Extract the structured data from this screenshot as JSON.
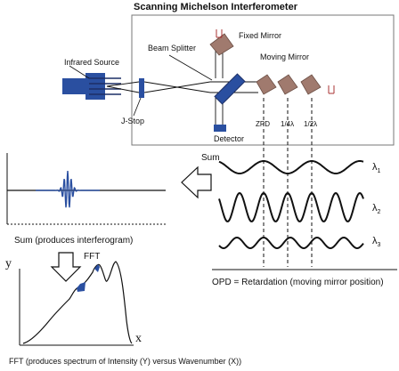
{
  "title": "Scanning Michelson Interferometer",
  "labels": {
    "fixed_mirror": "Fixed Mirror",
    "infrared_source": "Infrared Source",
    "beam_splitter": "Beam Splitter",
    "moving_mirror": "Moving Mirror",
    "j_stop": "J-Stop",
    "detector": "Detector",
    "zpd": "ZPD",
    "quarter_lambda": "1/4λ",
    "half_lambda": "1/2λ",
    "sum": "Sum",
    "lambda1": "λ",
    "lambda1_sub": "1",
    "lambda2": "λ",
    "lambda2_sub": "2",
    "lambda3": "λ",
    "lambda3_sub": "3",
    "interferogram_caption": "Sum (produces interferogram)",
    "fft": "FFT",
    "y_axis": "y",
    "x_axis": "x",
    "opd_caption": "OPD = Retardation (moving mirror position)",
    "spectrum_caption": "FFT (produces spectrum of Intensity (Y) versus Wavenumber (X))"
  },
  "colors": {
    "line": "#111111",
    "blue": "#2a4fa0",
    "mirror": "#a07a6e",
    "box_border": "#777777"
  },
  "icons": [
    "arrow-left-icon",
    "arrow-down-icon"
  ]
}
